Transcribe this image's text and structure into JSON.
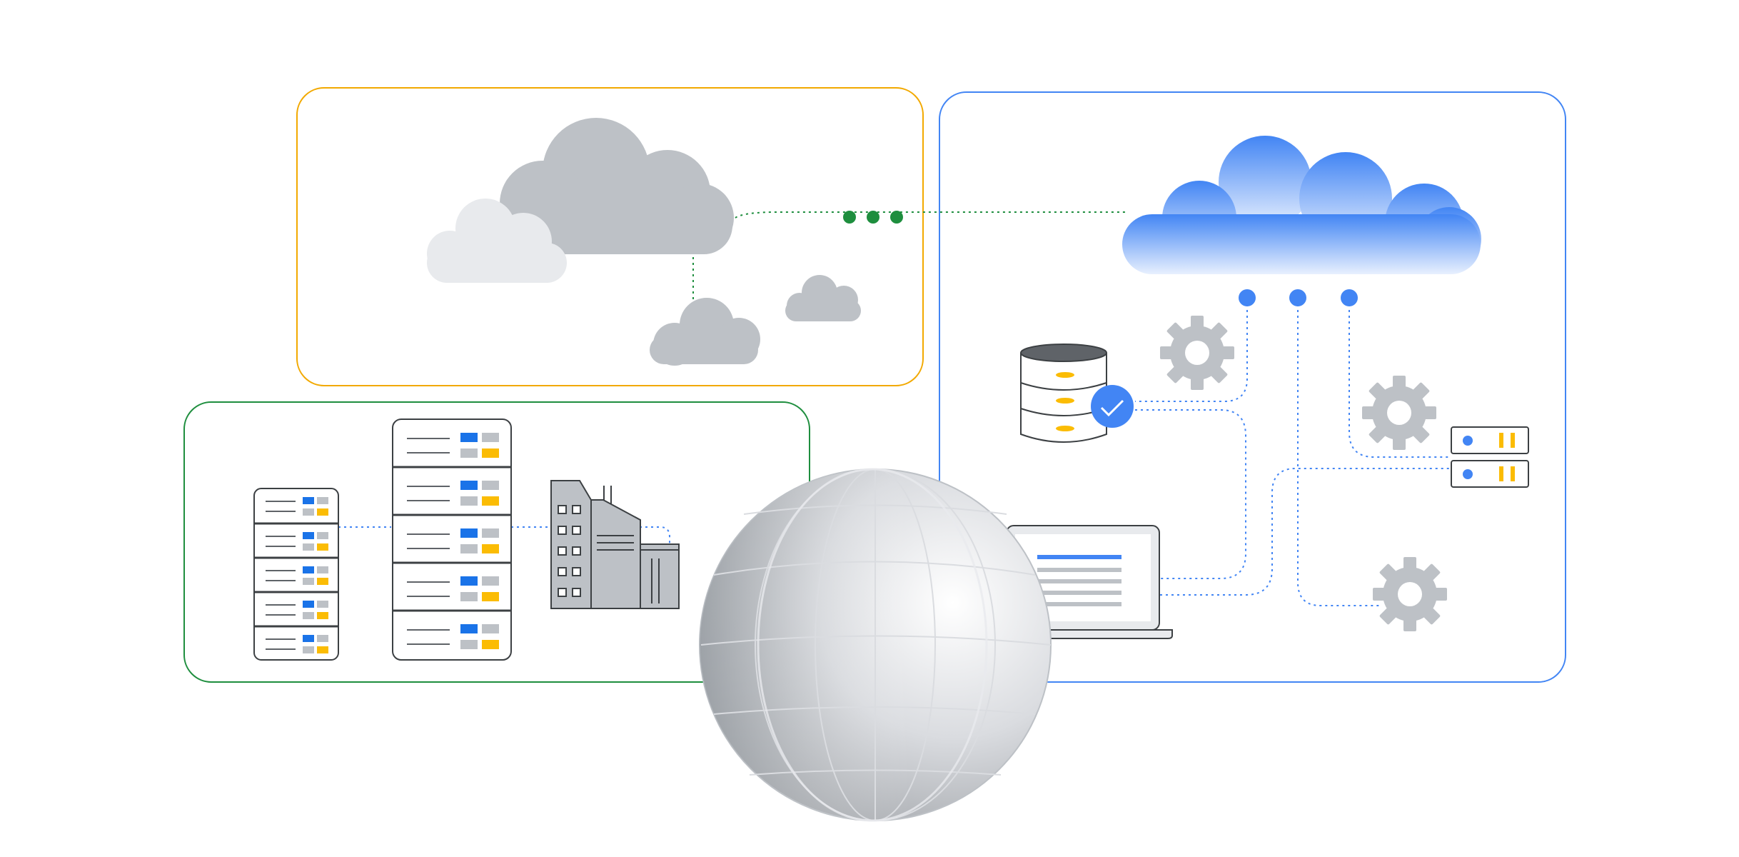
{
  "colors": {
    "multicloud_border": "#F2A900",
    "onprem_border": "#1E8E3E",
    "google_cloud_border": "#4285F4",
    "gray_cloud": "#BDC1C6",
    "light_gray_cloud": "#E8EAED",
    "blue_cloud_top": "#4285F4",
    "blue_cloud_bottom": "#E8F0FE",
    "green_dot": "#1E8E3E",
    "blue_dot": "#4285F4",
    "yellow_accent": "#FBBC04",
    "blue_accent": "#1A73E8",
    "gear_gray": "#BDC1C6",
    "outline": "#3C4043"
  },
  "regions": [
    {
      "id": "multicloud",
      "border_color": "multicloud_border"
    },
    {
      "id": "on-premises",
      "border_color": "onprem_border"
    },
    {
      "id": "google-cloud",
      "border_color": "google_cloud_border"
    }
  ],
  "icons": [
    "cloud-icon",
    "database-icon",
    "check-badge-icon",
    "gear-icon",
    "server-icon",
    "server-rack-icon",
    "factory-building-icon",
    "laptop-icon",
    "globe-icon"
  ]
}
